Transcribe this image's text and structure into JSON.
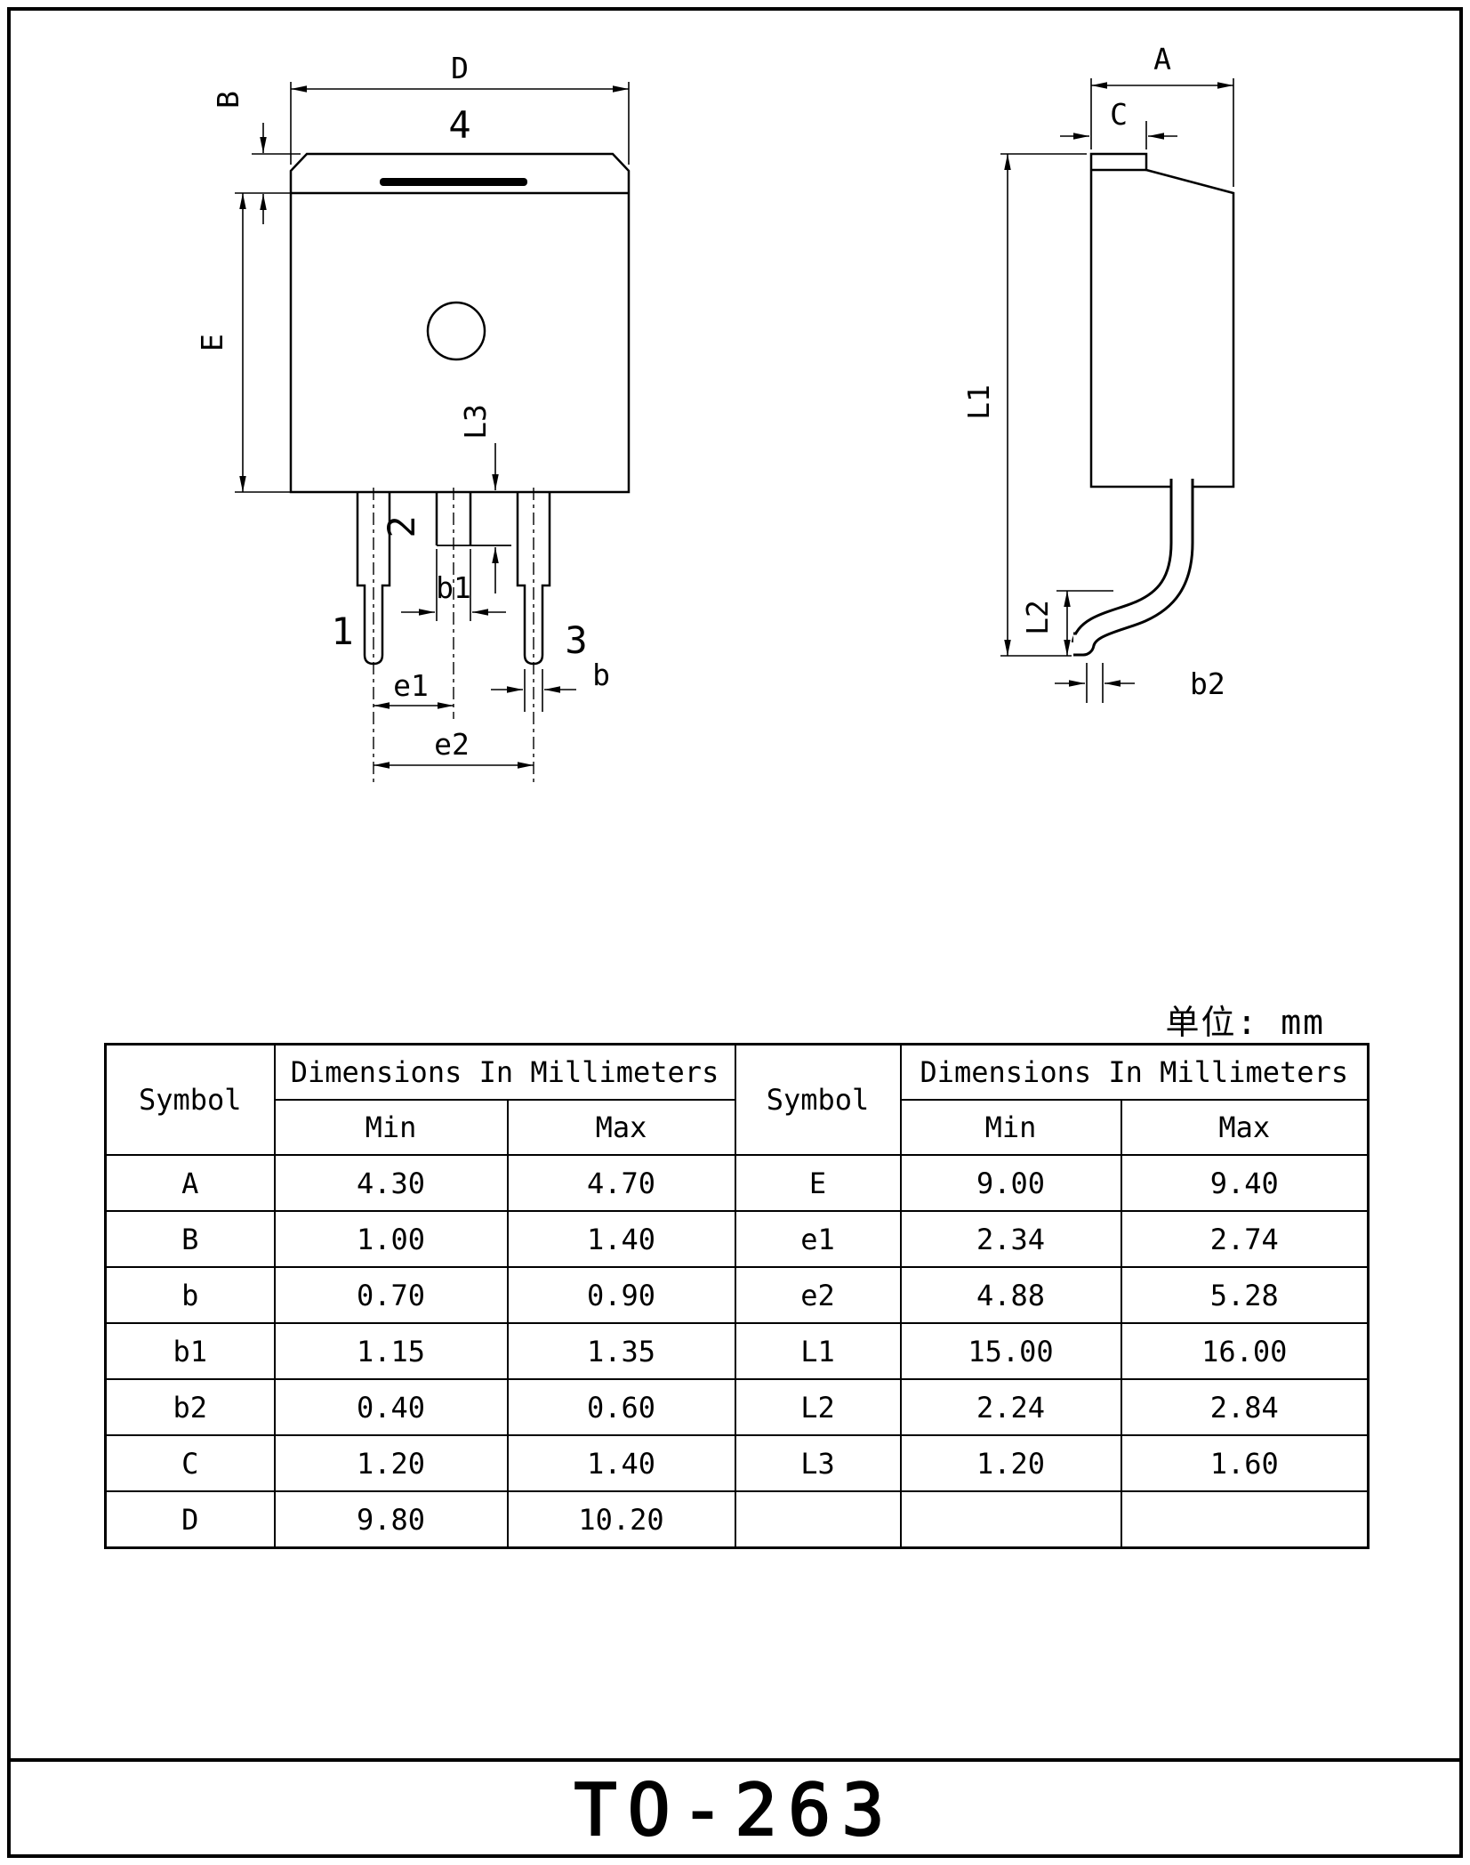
{
  "front_view": {
    "labels": {
      "d": "D",
      "pin4": "4",
      "b_tab": "B",
      "e": "E",
      "l3": "L3",
      "pin1": "1",
      "pin2": "2",
      "pin3": "3",
      "b1": "b1",
      "b": "b",
      "e1": "e1",
      "e2": "e2"
    }
  },
  "side_view": {
    "labels": {
      "a": "A",
      "c": "C",
      "l1": "L1",
      "l2": "L2",
      "b2": "b2"
    }
  },
  "units_label": "单位: mm",
  "dim_table": {
    "symbol_header": "Symbol",
    "dims_header": "Dimensions In Millimeters",
    "min_header": "Min",
    "max_header": "Max",
    "left_rows": [
      {
        "sym": "A",
        "min": "4.30",
        "max": "4.70"
      },
      {
        "sym": "B",
        "min": "1.00",
        "max": "1.40"
      },
      {
        "sym": "b",
        "min": "0.70",
        "max": "0.90"
      },
      {
        "sym": "b1",
        "min": "1.15",
        "max": "1.35"
      },
      {
        "sym": "b2",
        "min": "0.40",
        "max": "0.60"
      },
      {
        "sym": "C",
        "min": "1.20",
        "max": "1.40"
      },
      {
        "sym": "D",
        "min": "9.80",
        "max": "10.20"
      }
    ],
    "right_rows": [
      {
        "sym": "E",
        "min": "9.00",
        "max": "9.40"
      },
      {
        "sym": "e1",
        "min": "2.34",
        "max": "2.74"
      },
      {
        "sym": "e2",
        "min": "4.88",
        "max": "5.28"
      },
      {
        "sym": "L1",
        "min": "15.00",
        "max": "16.00"
      },
      {
        "sym": "L2",
        "min": "2.24",
        "max": "2.84"
      },
      {
        "sym": "L3",
        "min": "1.20",
        "max": "1.60"
      },
      {
        "sym": "",
        "min": "",
        "max": ""
      }
    ]
  },
  "package_title": "TO-263"
}
